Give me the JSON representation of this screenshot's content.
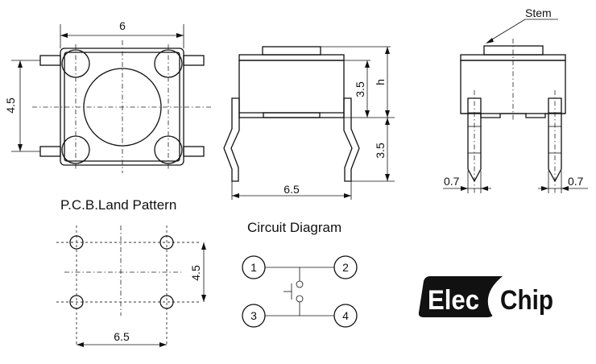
{
  "views": {
    "top": {
      "width_label": "6",
      "height_label": "4.5"
    },
    "front": {
      "body_height_label": "3.5",
      "stem_height_label": "h",
      "lead_height_label": "3.5",
      "lead_span_label": "6.5"
    },
    "side": {
      "stem_label": "Stem",
      "left_lead_label": "0.7",
      "right_lead_label": "0.7"
    }
  },
  "pcb": {
    "title": "P.C.B.Land Pattern",
    "height_label": "4.5",
    "width_label": "6.5"
  },
  "circuit": {
    "title": "Circuit Diagram",
    "pins": [
      "1",
      "2",
      "3",
      "4"
    ]
  },
  "logo": {
    "word1": "Elec",
    "word2": "Chip",
    "color": "#111111"
  }
}
